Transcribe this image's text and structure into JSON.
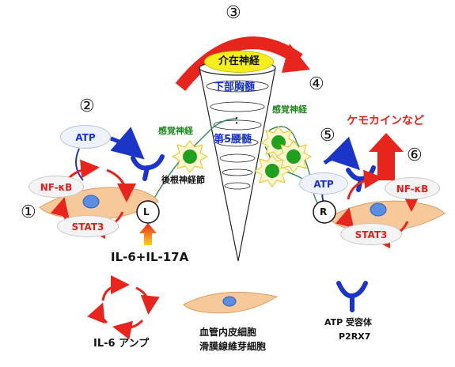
{
  "steps": {
    "s1": "①",
    "s2": "②",
    "s3": "③",
    "s4": "④",
    "s5": "⑤",
    "s6": "⑥"
  },
  "center": {
    "gateway_label": "介在神経",
    "spinal_top": "下部胸髄",
    "spinal_ellipsis": "：",
    "spinal_bottom": "第5腰髄"
  },
  "left": {
    "atp": "ATP",
    "nfkb": "NF-κB",
    "stat3": "STAT3",
    "l_node": "L",
    "sensory_nerve": "感覚神経",
    "drg": "後根神経節",
    "stimulus": "IL-6+IL-17A"
  },
  "right": {
    "sensory_nerve": "感覚神経",
    "chemokine": "ケモカインなど",
    "atp": "ATP",
    "nfkb": "NF-κB",
    "stat3": "STAT3",
    "r_node": "R"
  },
  "legend": {
    "amp_label": "IL-6 アンプ",
    "cell_line1": "血管内皮細胞",
    "cell_line2": "滑膜線維芽細胞",
    "receptor_line1": "ATP 受容体",
    "receptor_line2": "P2RX7"
  },
  "colors": {
    "red": "#e8251d",
    "blue": "#1a35c8",
    "green": "#1a8a1a",
    "cell_fill": "#f7c99a",
    "yellow": "#f3ee1c"
  }
}
